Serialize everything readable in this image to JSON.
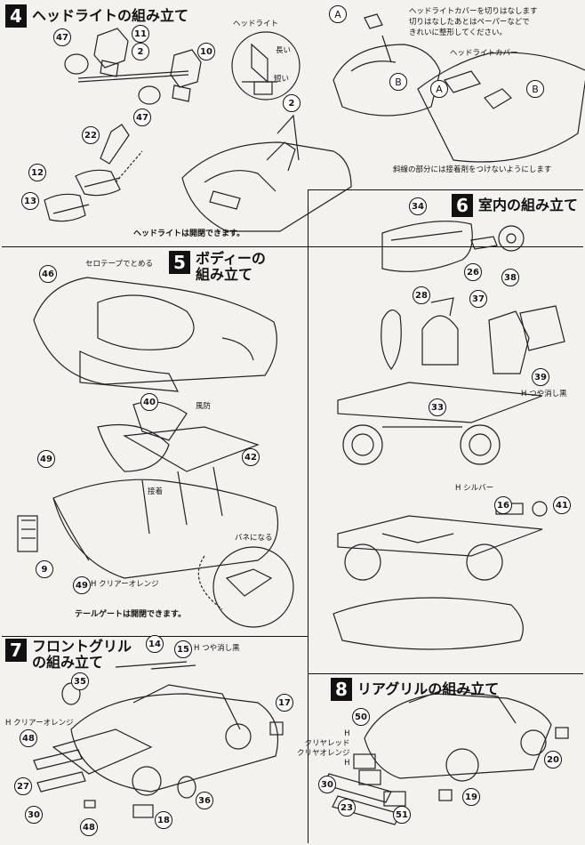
{
  "steps": {
    "s4": {
      "num": "4",
      "title": "ヘッドライトの組み立て"
    },
    "s5": {
      "num": "5",
      "title_line1": "ボディーの",
      "title_line2": "組み立て"
    },
    "s6": {
      "num": "6",
      "title": "室内の組み立て"
    },
    "s7": {
      "num": "7",
      "title_line1": "フロントグリル",
      "title_line2": "の組み立て"
    },
    "s8": {
      "num": "8",
      "title": "リアグリルの組み立て"
    }
  },
  "notes": {
    "headlight": "ヘッドライト",
    "long": "長い",
    "short": "短い",
    "headlight_opens": "ヘッドライトは開閉できます。",
    "cover_instr_1": "ヘッドライトカバーを切りはなします",
    "cover_instr_2": "切りはなしたあとはペーパーなどで",
    "cover_instr_3": "きれいに整形してください。",
    "headlight_cover": "ヘッドライトカバー",
    "no_glue": "斜線の部分には接着剤をつけないようにします",
    "cellotape": "セロテープでとめる",
    "windbreak": "風防",
    "glue": "接着",
    "spring": "バネになる",
    "clear_orange_49": "クリアーオレンジ",
    "tailgate_opens": "テールゲートは開閉できます。",
    "matte_black_39": "つや消し黒",
    "silver": "シルバー",
    "matte_black_15": "つや消し黒",
    "clear_orange_7": "クリアーオレンジ",
    "clear_red": "クリヤレッド",
    "clear_orange_8": "クリヤオレンジ",
    "h_code": "H"
  },
  "callouts": {
    "p47a": "47",
    "p11": "11",
    "p2a": "2",
    "p10": "10",
    "p47b": "47",
    "p22": "22",
    "p12": "12",
    "p13": "13",
    "p2b": "2",
    "pAa": "A",
    "pBa": "B",
    "pAb": "A",
    "pBb": "B",
    "p46": "46",
    "p40": "40",
    "p49a": "49",
    "p42": "42",
    "p9": "9",
    "p49b": "49",
    "p34": "34",
    "p26": "26",
    "p38": "38",
    "p28": "28",
    "p37": "37",
    "p39": "39",
    "p33": "33",
    "p16": "16",
    "p41": "41",
    "p14": "14",
    "p15": "15",
    "p35": "35",
    "p17": "17",
    "p48a": "48",
    "p27": "27",
    "p30a": "30",
    "p48b": "48",
    "p18": "18",
    "p36": "36",
    "p50": "50",
    "p20": "20",
    "p30b": "30",
    "p23": "23",
    "p51": "51",
    "p19": "19"
  }
}
